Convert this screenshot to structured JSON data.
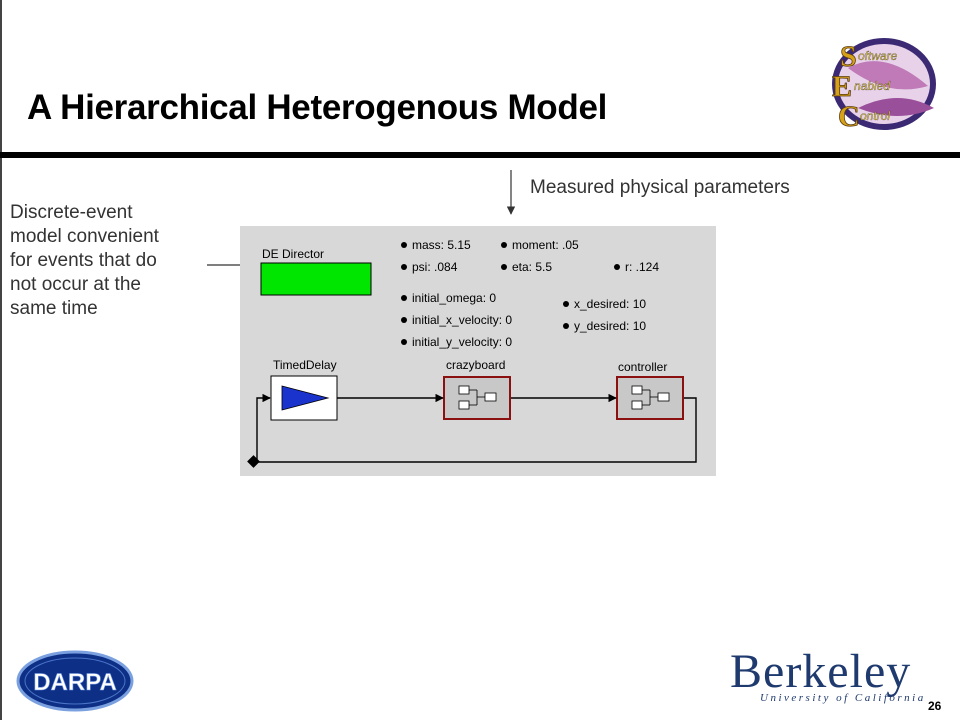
{
  "slide": {
    "title": "A Hierarchical Heterogenous Model",
    "page_number": "26"
  },
  "annotations": {
    "measured": "Measured physical parameters",
    "discrete_lines": [
      "Discrete-event",
      "model convenient",
      "for events that do",
      "not occur at the",
      "same time"
    ]
  },
  "model": {
    "director_label": "DE Director",
    "parameters": [
      "mass: 5.15",
      "moment: .05",
      "psi: .084",
      "eta: 5.5",
      "r: .124",
      "initial_omega: 0",
      "initial_x_velocity: 0",
      "initial_y_velocity: 0",
      "x_desired: 10",
      "y_desired: 10"
    ],
    "actors": {
      "timed_delay": "TimedDelay",
      "crazyboard": "crazyboard",
      "controller": "controller"
    }
  },
  "logos": {
    "sec": [
      "oftware",
      "nabled",
      "ontrol"
    ],
    "darpa": "DARPA",
    "berkeley": "Berkeley",
    "berkeley_sub": "University of California"
  },
  "colors": {
    "director_fill": "#00e600",
    "delay_triangle": "#1a33cc",
    "composite_border": "#8b1010",
    "model_bg": "#d8d8d8"
  }
}
